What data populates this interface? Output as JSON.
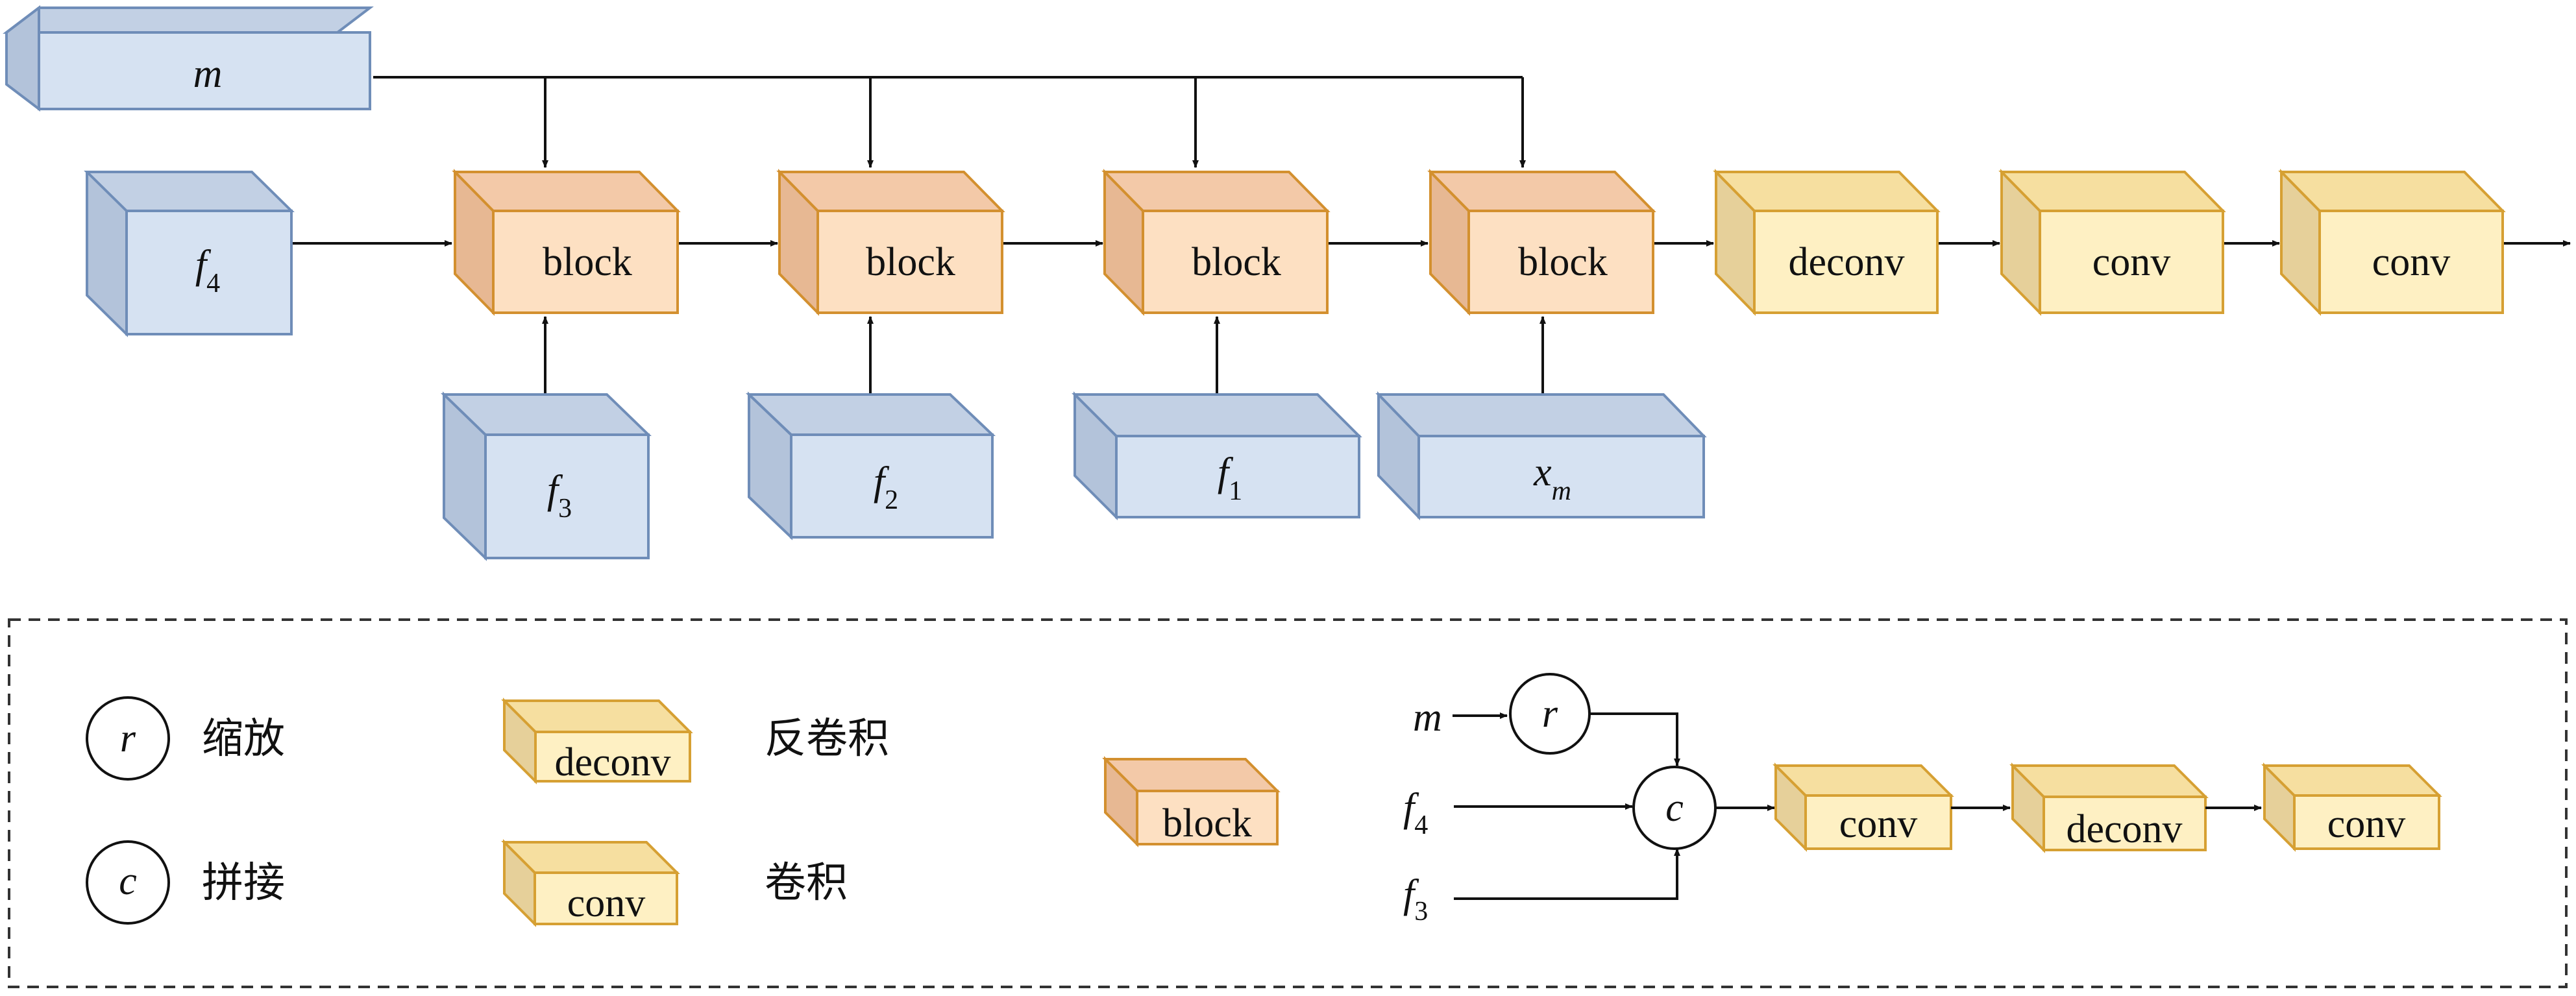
{
  "colors": {
    "blue": {
      "front": "#d6e2f2",
      "top": "#c2d0e4",
      "side": "#b3c3da",
      "edge": "#6f8db8"
    },
    "orange": {
      "front": "#fde0c2",
      "top": "#f3c9a8",
      "side": "#e7b893",
      "edge": "#d3902f"
    },
    "yellow": {
      "front": "#fef0c3",
      "top": "#f6dfa0",
      "side": "#e6d09a",
      "edge": "#d6a033"
    },
    "line": "#111111",
    "dash": "#333333"
  },
  "pipeline": {
    "mask_input": {
      "symbol": "m"
    },
    "first_feature": {
      "symbol": "f",
      "sub": "4"
    },
    "blocks": [
      {
        "label": "block",
        "side_input": {
          "symbol": "f",
          "sub": "3"
        }
      },
      {
        "label": "block",
        "side_input": {
          "symbol": "f",
          "sub": "2"
        }
      },
      {
        "label": "block",
        "side_input": {
          "symbol": "f",
          "sub": "1"
        }
      },
      {
        "label": "block",
        "side_input": {
          "symbol": "x",
          "sub": "m"
        }
      }
    ],
    "tail": [
      {
        "label": "deconv"
      },
      {
        "label": "conv"
      },
      {
        "label": "conv"
      }
    ]
  },
  "legend": {
    "resize": {
      "symbol": "r",
      "text": "缩放"
    },
    "concat": {
      "symbol": "c",
      "text": "拼接"
    },
    "deconv": {
      "label": "deconv",
      "text": "反卷积"
    },
    "conv": {
      "label": "conv",
      "text": "卷积"
    },
    "block": {
      "label": "block"
    },
    "detail": {
      "inputs": [
        {
          "symbol": "m",
          "sub": ""
        },
        {
          "symbol": "f",
          "sub": "4"
        },
        {
          "symbol": "f",
          "sub": "3"
        }
      ],
      "resize_symbol": "r",
      "concat_symbol": "c",
      "ops": [
        {
          "label": "conv"
        },
        {
          "label": "deconv"
        },
        {
          "label": "conv"
        }
      ]
    }
  }
}
